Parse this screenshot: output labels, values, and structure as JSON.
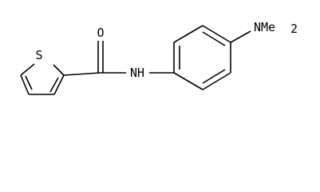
{
  "molecule": {
    "atoms": {
      "sulfur": "S",
      "oxygen": "O",
      "amide_nitrogen": "NH",
      "amine_group": "NMe",
      "amine_subscript": "2"
    }
  },
  "colors": {
    "bond": "#000000",
    "text": "#000000",
    "background": "#ffffff"
  }
}
